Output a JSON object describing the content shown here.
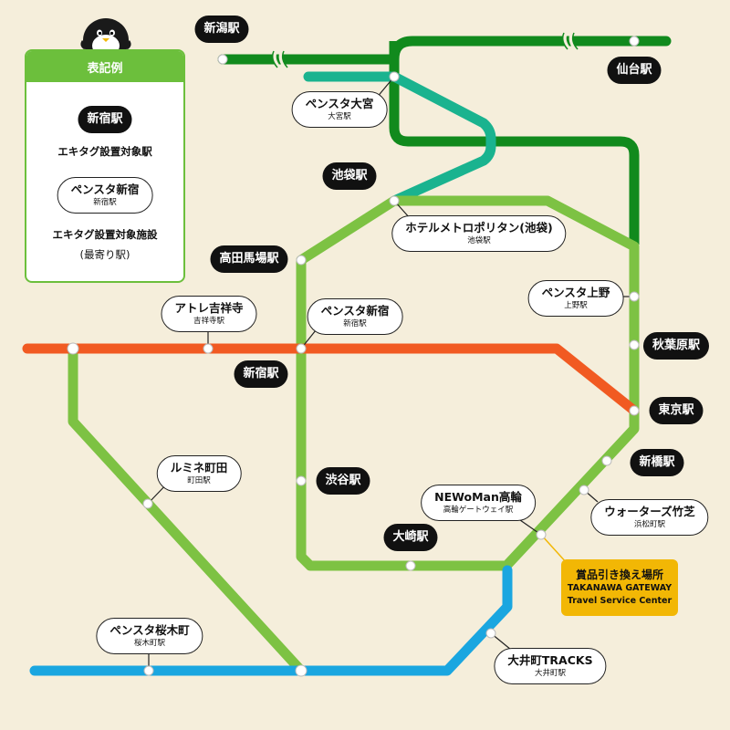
{
  "legend": {
    "title": "表記例",
    "example_station": "新宿駅",
    "station_caption": "エキタグ設置対象駅",
    "example_facility_name": "ペンスタ新宿",
    "example_facility_sub": "新宿駅",
    "facility_caption_1": "エキタグ設置対象施設",
    "facility_caption_2": "(最寄り駅)"
  },
  "stations": {
    "niigata": "新潟駅",
    "sendai": "仙台駅",
    "ikebukuro": "池袋駅",
    "takadanobaba": "高田馬場駅",
    "shinjuku": "新宿駅",
    "akihabara": "秋葉原駅",
    "tokyo": "東京駅",
    "shinbashi": "新橋駅",
    "shibuya": "渋谷駅",
    "osaki": "大崎駅"
  },
  "facilities": {
    "omiya": {
      "name": "ペンスタ大宮",
      "sub": "大宮駅"
    },
    "hotel_metropolitan": {
      "name": "ホテルメトロポリタン(池袋)",
      "sub": "池袋駅"
    },
    "ueno": {
      "name": "ペンスタ上野",
      "sub": "上野駅"
    },
    "kichijoji": {
      "name": "アトレ吉祥寺",
      "sub": "吉祥寺駅"
    },
    "shinjuku": {
      "name": "ペンスタ新宿",
      "sub": "新宿駅"
    },
    "machida": {
      "name": "ルミネ町田",
      "sub": "町田駅"
    },
    "takanawa": {
      "name": "NEWoMan高輪",
      "sub": "高輪ゲートウェイ駅"
    },
    "waters": {
      "name": "ウォーターズ竹芝",
      "sub": "浜松町駅"
    },
    "sakuragicho": {
      "name": "ペンスタ桜木町",
      "sub": "桜木町駅"
    },
    "oimachi": {
      "name": "大井町TRACKS",
      "sub": "大井町駅"
    }
  },
  "prize": {
    "title": "賞品引き換え場所",
    "line2": "TAKANAWA GATEWAY",
    "line3": "Travel Service Center"
  },
  "colors": {
    "yamanote_green": "#7dc243",
    "shinkansen_green": "#118a1d",
    "saikyo_teal": "#1ab38f",
    "chuo_orange": "#f15a22",
    "keihin_blue": "#1aa6e0",
    "prize_yellow": "#f2b705",
    "background": "#f5eedb"
  },
  "icons": {
    "mascot": "penguin-mascot-icon"
  }
}
